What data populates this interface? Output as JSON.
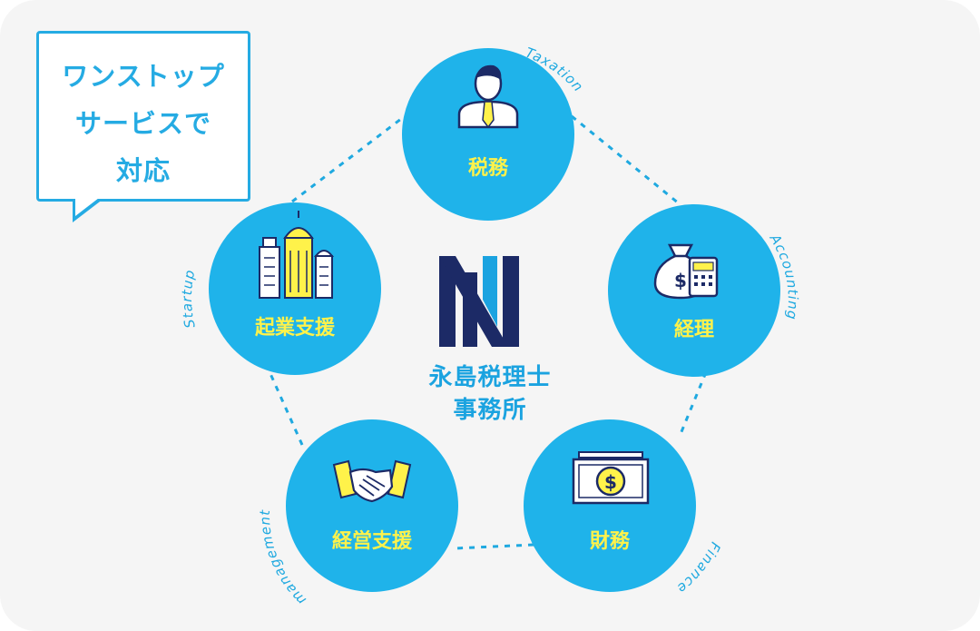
{
  "callout": {
    "lines": [
      "ワンストップ",
      "サービスで",
      "対応"
    ]
  },
  "center": {
    "name_lines": [
      "永島税理士",
      "事務所"
    ]
  },
  "services": [
    {
      "id": "taxation",
      "label": "税務",
      "tag": "Taxation",
      "icon": "businessman-icon"
    },
    {
      "id": "accounting",
      "label": "経理",
      "tag": "Accounting",
      "icon": "money-bag-calculator-icon"
    },
    {
      "id": "finance",
      "label": "財務",
      "tag": "Finance",
      "icon": "banknote-icon"
    },
    {
      "id": "management",
      "label": "経営支援",
      "tag": "management",
      "icon": "handshake-icon"
    },
    {
      "id": "startup",
      "label": "起業支援",
      "tag": "Startup",
      "icon": "buildings-icon"
    }
  ],
  "colors": {
    "circle": "#1fb3ea",
    "label": "#fff24a",
    "ring": "#1fa9e0",
    "tag": "#1fa9e0",
    "logo_dark": "#1c2a66",
    "logo_light": "#1ba3e0",
    "callout": "#25abe3"
  }
}
